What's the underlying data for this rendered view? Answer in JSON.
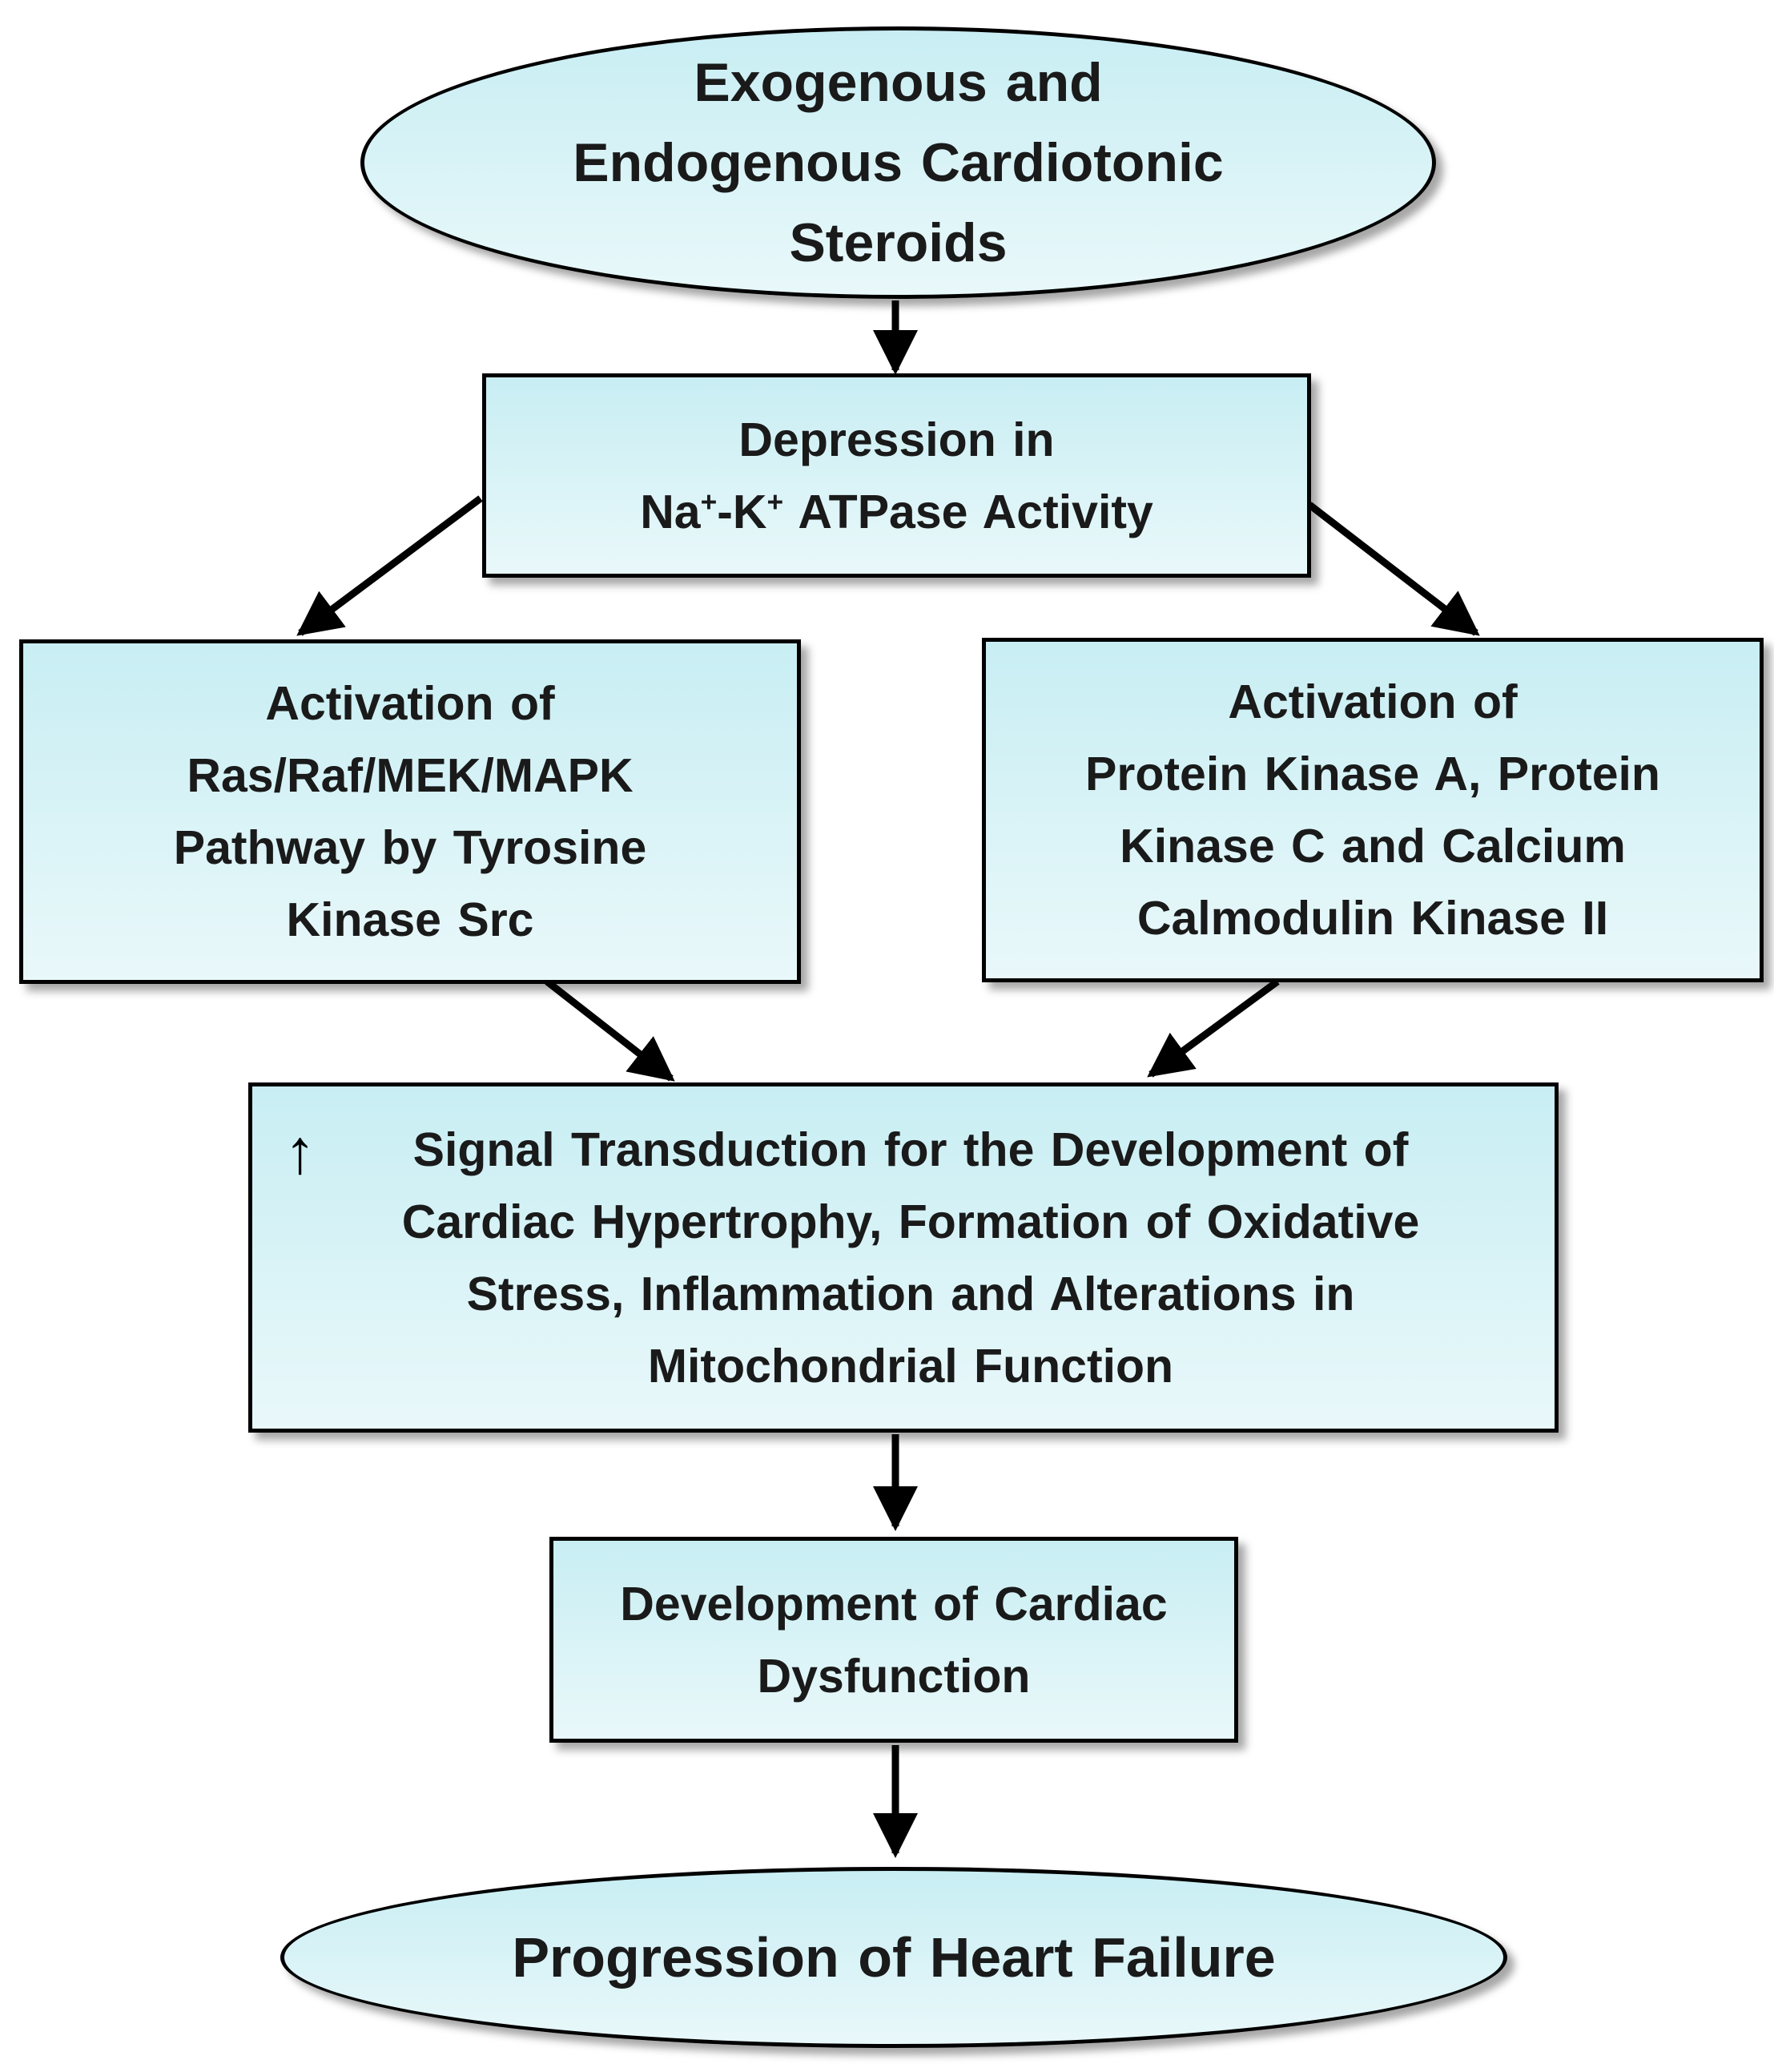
{
  "nodes": {
    "steroids": {
      "lines": [
        "Exogenous and",
        "Endogenous Cardiotonic",
        "Steroids"
      ]
    },
    "depression": {
      "line1": "Depression in",
      "ion_na": "Na",
      "ion_na_charge": "+",
      "ion_sep": "-K",
      "ion_k_charge": "+",
      "rest": " ATPase Activity"
    },
    "mapk": {
      "lines": [
        "Activation of",
        "Ras/Raf/MEK/MAPK",
        "Pathway by Tyrosine",
        "Kinase Src"
      ]
    },
    "kinases": {
      "lines": [
        "Activation of",
        "Protein Kinase A, Protein",
        "Kinase C and  Calcium",
        "Calmodulin Kinase II"
      ]
    },
    "signal": {
      "arrow_glyph": "↑",
      "lines": [
        "Signal Transduction  for the Development of",
        "Cardiac Hypertrophy, Formation of Oxidative",
        "Stress, Inflammation and Alterations in",
        "Mitochondrial  Function"
      ]
    },
    "dysfunction": {
      "lines": [
        "Development of Cardiac",
        "Dysfunction"
      ]
    },
    "heart_failure": {
      "lines": [
        "Progression of  Heart Failure"
      ]
    }
  },
  "colors": {
    "fill_top": "#c8eef3",
    "fill_bottom": "#e9f8fa",
    "stroke": "#000000",
    "text": "#1a1a1a"
  }
}
